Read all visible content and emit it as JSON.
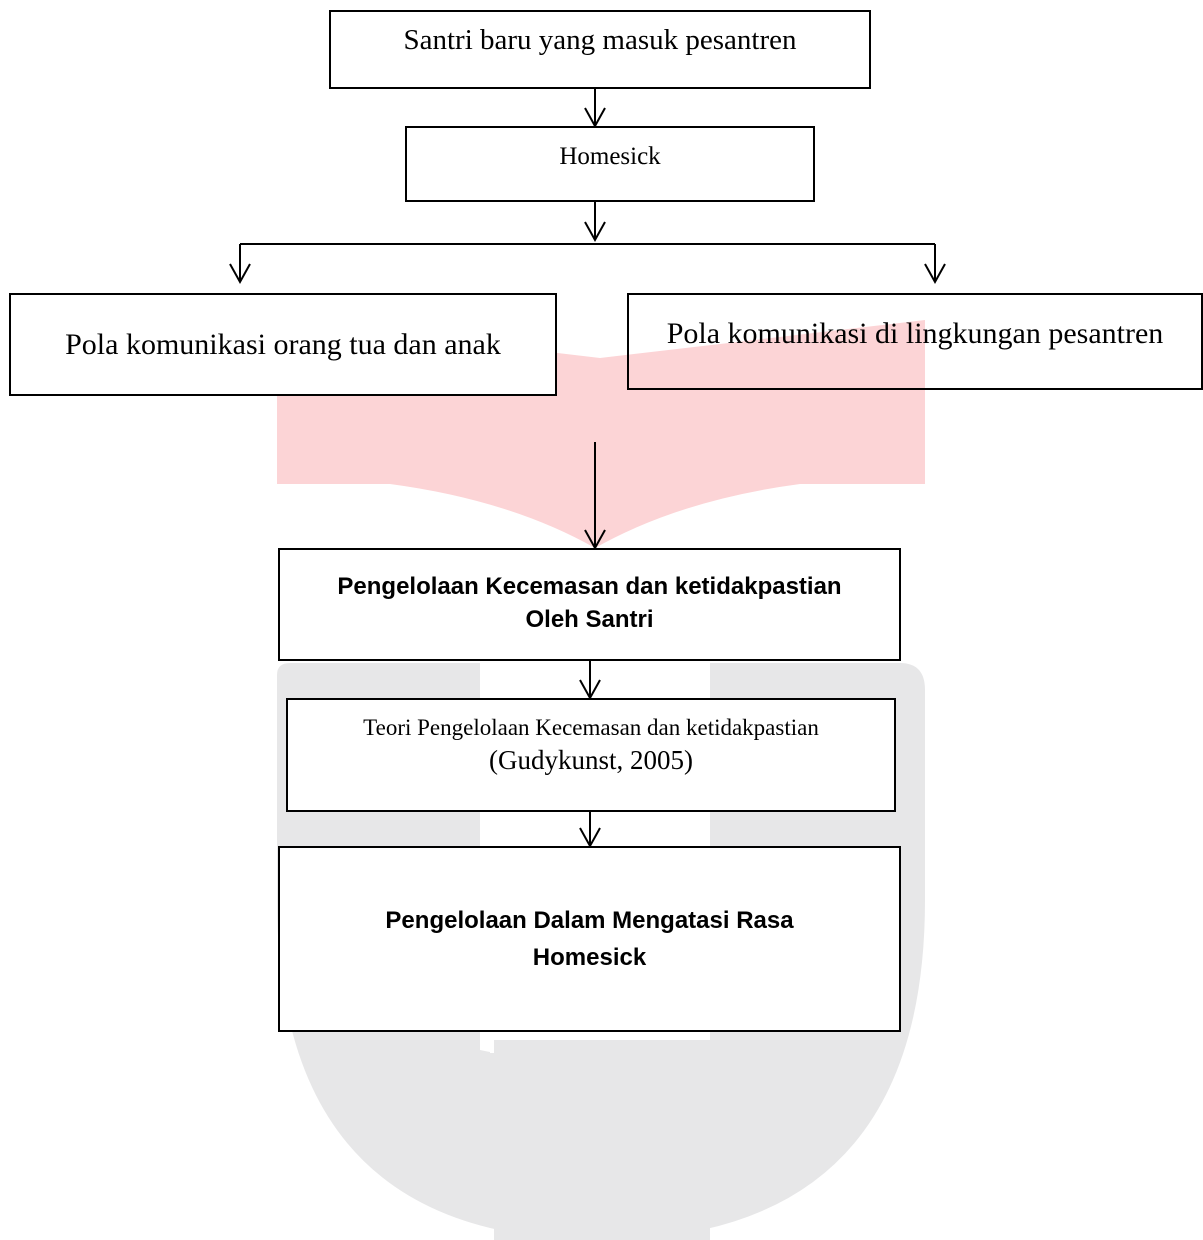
{
  "nodes": {
    "santri_baru": "Santri baru yang masuk pesantren",
    "homesick": "Homesick",
    "pola_ortu": "Pola komunikasi orang tua dan anak",
    "pola_pesantren": "Pola komunikasi di lingkungan pesantren",
    "pengelolaan_kecemasan": {
      "line1": "Pengelolaan Kecemasan dan ketidakpastian",
      "line2": "Oleh Santri"
    },
    "teori": {
      "title": "Teori Pengelolaan Kecemasan dan ketidakpastian",
      "citation": "(Gudykunst, 2005)"
    },
    "pengelolaan_dalam": {
      "line1": "Pengelolaan Dalam Mengatasi Rasa",
      "line2": "Homesick"
    }
  },
  "edges": [
    {
      "from": "santri_baru",
      "to": "homesick"
    },
    {
      "from": "homesick",
      "to": "pola_ortu"
    },
    {
      "from": "homesick",
      "to": "pola_pesantren"
    },
    {
      "from": "pola_ortu",
      "to": "pengelolaan_kecemasan"
    },
    {
      "from": "pola_pesantren",
      "to": "pengelolaan_kecemasan"
    },
    {
      "from": "pengelolaan_kecemasan",
      "to": "teori"
    },
    {
      "from": "teori",
      "to": "pengelolaan_dalam"
    }
  ],
  "colors": {
    "watermark_red": "#fcd4d6",
    "watermark_gray": "#e7e7e8",
    "line": "#000000"
  }
}
